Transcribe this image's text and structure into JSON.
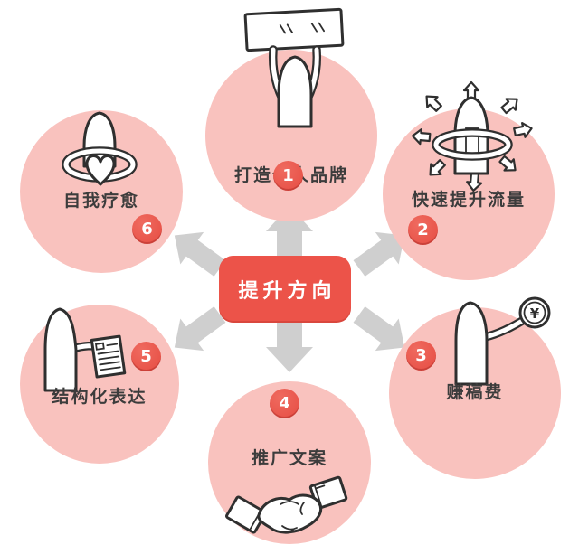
{
  "center": {
    "label": "提升方向"
  },
  "nodes": [
    {
      "id": "1",
      "label": "打造个人品牌",
      "icon": "person-holding-sign"
    },
    {
      "id": "2",
      "label": "快速提升流量",
      "icon": "figure-radiating-arrows"
    },
    {
      "id": "3",
      "label": "赚稿费",
      "icon": "person-holding-coin"
    },
    {
      "id": "4",
      "label": "推广文案",
      "icon": "handshake"
    },
    {
      "id": "5",
      "label": "结构化表达",
      "icon": "person-holding-document"
    },
    {
      "id": "6",
      "label": "自我疗愈",
      "icon": "person-hugging-heart"
    }
  ],
  "coin_symbol": "¥",
  "colors": {
    "background": "#ffffff",
    "circle_bg": "#f9c2be",
    "center_bg": "#ec5349",
    "badge_bg": "#e64c42",
    "arrow": "#cfcfcf",
    "label_text": "#3c3c3c",
    "illustration_outline": "#2f2f2f",
    "center_text": "#ffffff"
  }
}
